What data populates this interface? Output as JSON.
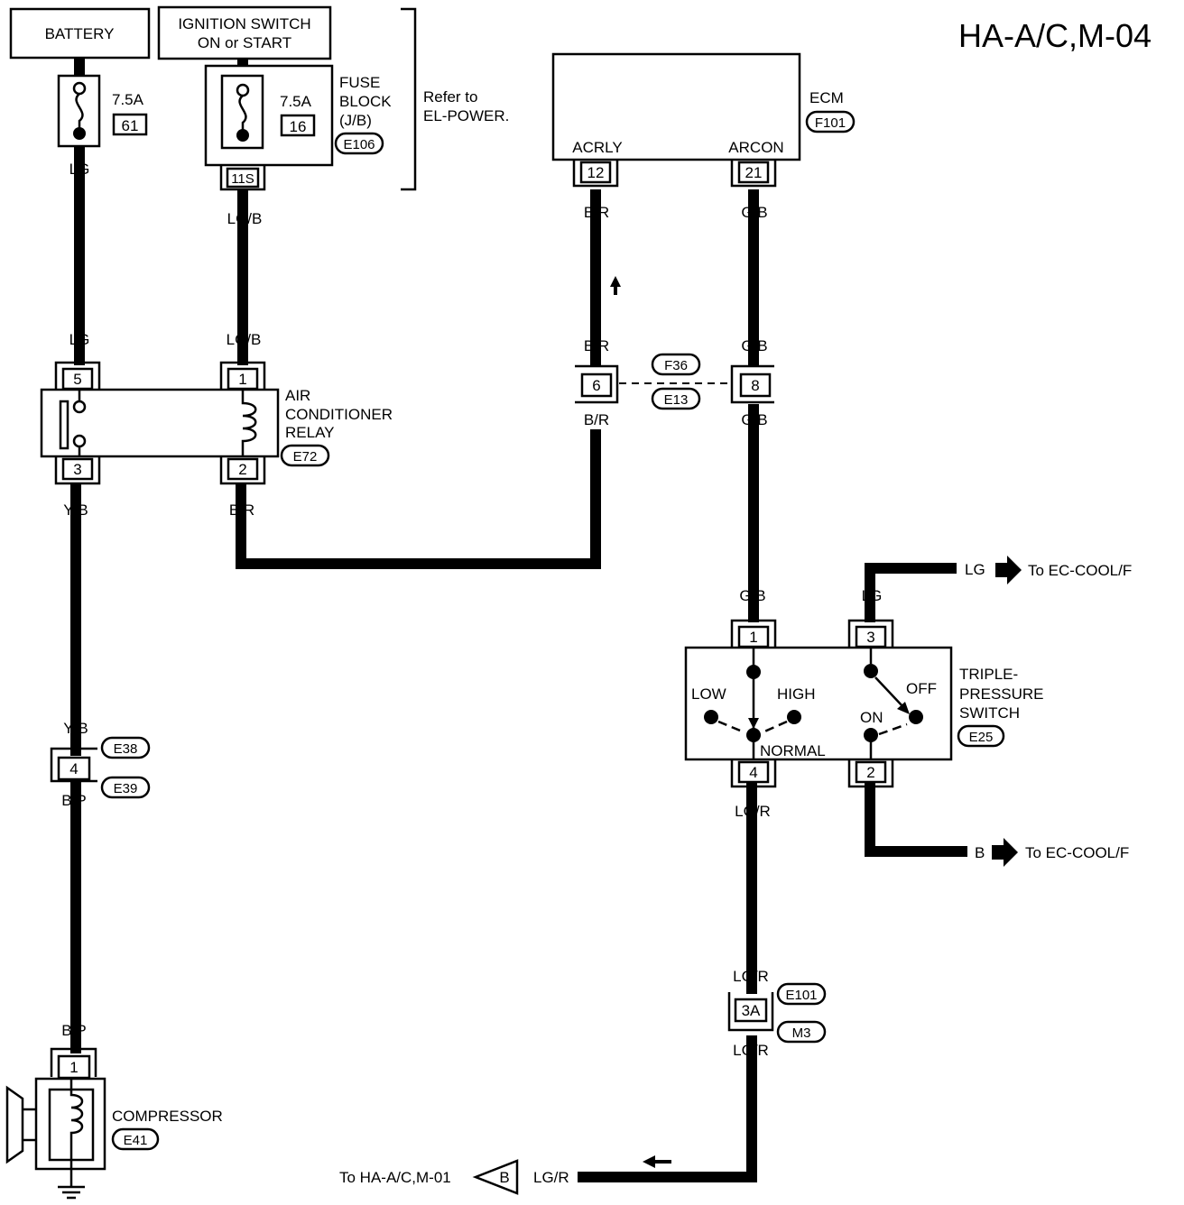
{
  "title": "HA-A/C,M-04",
  "battery": {
    "label": "BATTERY",
    "fuse_rating": "7.5A",
    "fuse_number": "61"
  },
  "ignition": {
    "label_line1": "IGNITION SWITCH",
    "label_line2": "ON or START",
    "fuse_rating": "7.5A",
    "fuse_number": "16",
    "connector": "11S"
  },
  "fuse_block": {
    "line1": "FUSE",
    "line2": "BLOCK",
    "line3": "(J/B)",
    "code": "E106"
  },
  "refer": {
    "line1": "Refer to",
    "line2": "EL-POWER."
  },
  "ecm": {
    "label": "ECM",
    "code": "F101",
    "pin_acrly_name": "ACRLY",
    "pin_acrly": "12",
    "pin_arcon_name": "ARCON",
    "pin_arcon": "21"
  },
  "relay": {
    "line1": "AIR",
    "line2": "CONDITIONER",
    "line3": "RELAY",
    "code": "E72",
    "pin_5": "5",
    "pin_1": "1",
    "pin_3": "3",
    "pin_2": "2"
  },
  "joint": {
    "code_top": "F36",
    "code_bottom": "E13",
    "pin_left": "6",
    "pin_right": "8"
  },
  "connector_e38": {
    "code_top": "E38",
    "code_bottom": "E39",
    "pin": "4"
  },
  "compressor": {
    "label": "COMPRESSOR",
    "code": "E41",
    "pin": "1"
  },
  "switch": {
    "line1": "TRIPLE-",
    "line2": "PRESSURE",
    "line3": "SWITCH",
    "code": "E25",
    "pin_1": "1",
    "pin_3": "3",
    "pin_4": "4",
    "pin_2": "2",
    "low": "LOW",
    "high": "HIGH",
    "normal": "NORMAL",
    "on": "ON",
    "off": "OFF"
  },
  "connector_e101": {
    "code_top": "E101",
    "code_bottom": "M3",
    "pin": "3A"
  },
  "wires": {
    "lg": "LG",
    "lgb": "LG/B",
    "br": "B/R",
    "gb": "G/B",
    "yb": "Y/B",
    "bp": "B/P",
    "lgr": "LG/R",
    "b": "B"
  },
  "refs": {
    "ec_cool_1": "To EC-COOL/F",
    "ec_cool_2": "To EC-COOL/F",
    "ha_m01": "To HA-A/C,M-01",
    "ha_m01_marker": "B"
  }
}
